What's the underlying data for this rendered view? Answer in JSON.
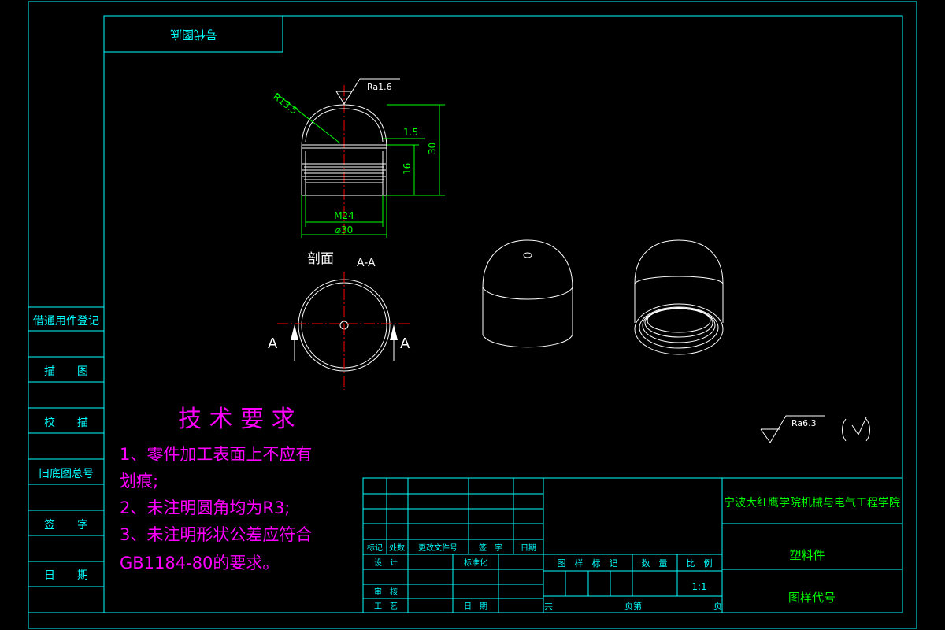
{
  "colors": {
    "background": "#000000",
    "frame": "#00ffff",
    "dimension": "#00ff00",
    "geometry": "#ffffff",
    "centerline": "#ff0000",
    "notes": "#ff00ff"
  },
  "corner_label": "号代图底",
  "side_panel": {
    "items": [
      "借通用件登记",
      "描　　图",
      "校　　描",
      "旧底图总号",
      "签　　字",
      "日　　期"
    ]
  },
  "front_view": {
    "roughness": "Ra1.6",
    "radius": "R13.5",
    "dim_step": "1.5",
    "dim_height": "30",
    "dim_thread_len": "16",
    "dim_thread": "M24",
    "dim_diameter": "⌀30"
  },
  "section_view": {
    "label": "剖面",
    "section_name": "A-A",
    "marker_left": "A",
    "marker_right": "A"
  },
  "other_roughness": "Ra6.3",
  "tech_requirements": {
    "title": "技 术 要 求",
    "lines": [
      "1、零件加工表面上不应有",
      "划痕;",
      "2、未注明圆角均为R3;",
      "3、未注明形状公差应符合",
      "GB1184-80的要求。"
    ]
  },
  "title_block": {
    "institution": "宁波大红鹰学院机械与电气工程学院",
    "material": "塑料件",
    "drawing_code": "图样代号",
    "rev_headers": [
      "标记",
      "处数",
      "更改文件号",
      "签　字",
      "日期"
    ],
    "design": "设　计",
    "standardize": "标准化",
    "review": "审　核",
    "process": "工　艺",
    "date": "日　期",
    "mark_headers": [
      "图　样　标　记",
      "数　量",
      "比　例"
    ],
    "scale": "1:1",
    "total": "共",
    "page_of": "页第",
    "page": "页"
  }
}
